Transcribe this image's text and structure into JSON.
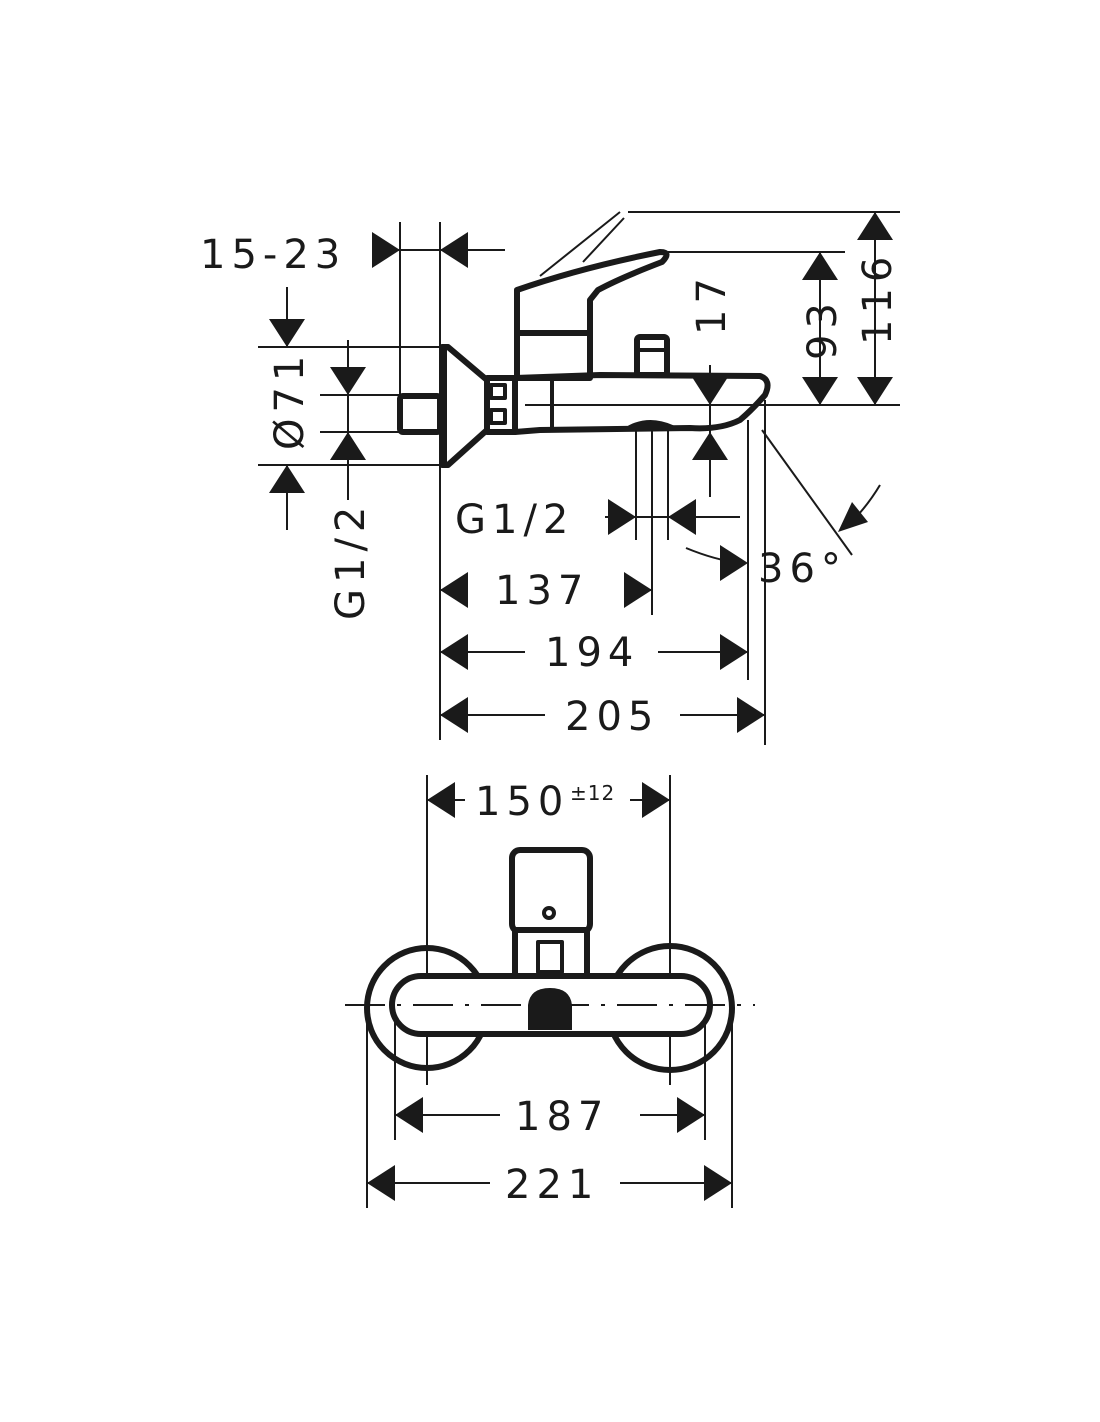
{
  "side_view": {
    "dims": {
      "wall_depth": "15-23",
      "rosette_diameter": "Ø71",
      "inlet_thread": "G1/2",
      "spout_height": "17",
      "handle_height": "93",
      "lever_height": "116",
      "outlet_thread": "G1/2",
      "spout_angle": "36°",
      "outlet_distance": "137",
      "spout_reach": "194",
      "total_depth": "205"
    }
  },
  "front_view": {
    "dims": {
      "centers": "150",
      "centers_tolerance": "±12",
      "rosette_inner": "187",
      "overall_width": "221"
    }
  }
}
